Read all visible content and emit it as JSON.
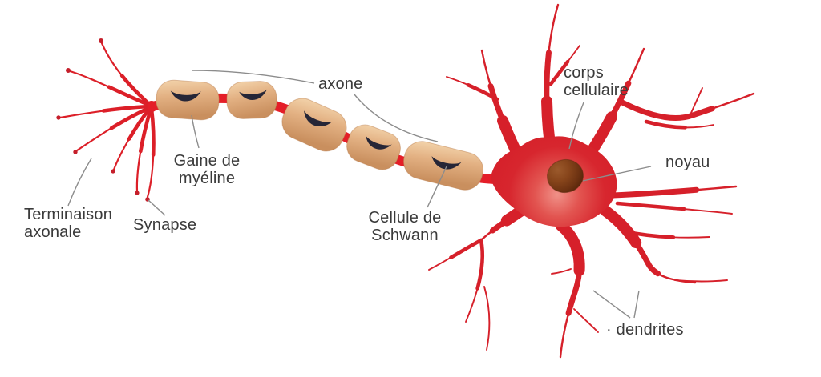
{
  "figure": {
    "type": "labeled-diagram",
    "subject": "anatomie d'un neurone",
    "language": "fr"
  },
  "labels": {
    "axone": "axone",
    "corps_cellulaire": "corps\ncellulaire",
    "noyau": "noyau",
    "gaine_myeline": "Gaine de\nmyéline",
    "terminaison_axonale": "Terminaison\naxonale",
    "synapse": "Synapse",
    "cellule_schwann": "Cellule de\nSchwann",
    "dendrites": "· dendrites"
  },
  "colors": {
    "neuron_red": "#d6202a",
    "axon_red": "#e41e28",
    "soma_center_pink": "#f09188",
    "myelin_light": "#f4d6ae",
    "myelin_dark": "#c98f5e",
    "schwann_nucleus_navy": "#262637",
    "nucleus_brown": "#87451b",
    "label_text": "#3b3b3b",
    "leader_gray": "#8c8c8c",
    "background": "#ffffff"
  }
}
